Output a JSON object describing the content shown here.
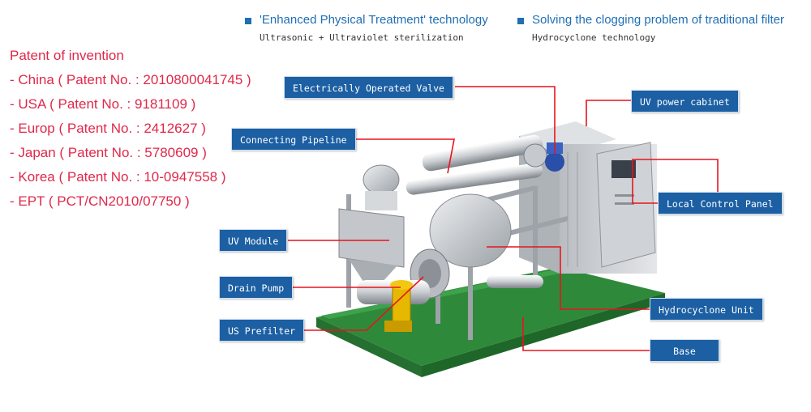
{
  "features": [
    {
      "title": "'Enhanced Physical Treatment' technology",
      "subtitle": "Ultrasonic + Ultraviolet sterilization"
    },
    {
      "title": "Solving the clogging problem of traditional filter",
      "subtitle": "Hydrocyclone technology"
    }
  ],
  "patents": {
    "heading": "Patent of invention",
    "items": [
      "- China ( Patent No. : 2010800041745 )",
      "- USA ( Patent No. : 9181109 )",
      "- Europ ( Patent No. : 2412627 )",
      "- Japan ( Patent No. : 5780609 )",
      "- Korea ( Patent No. : 10-0947558 )",
      "- EPT ( PCT/CN2010/07750 )"
    ]
  },
  "labels": {
    "valve": "Electrically Operated Valve",
    "uv_cabinet": "UV power cabinet",
    "pipeline": "Connecting Pipeline",
    "control_panel": "Local Control Panel",
    "uv_module": "UV Module",
    "drain_pump": "Drain Pump",
    "hydrocyclone": "Hydrocyclone Unit",
    "us_prefilter": "US Prefilter",
    "base": "Base"
  },
  "colors": {
    "accent_blue": "#1f6fb5",
    "label_bg": "#1c5fa3",
    "leader_red": "#e8141c",
    "patent_red": "#e0284a",
    "base_green": "#2e8a3a"
  }
}
